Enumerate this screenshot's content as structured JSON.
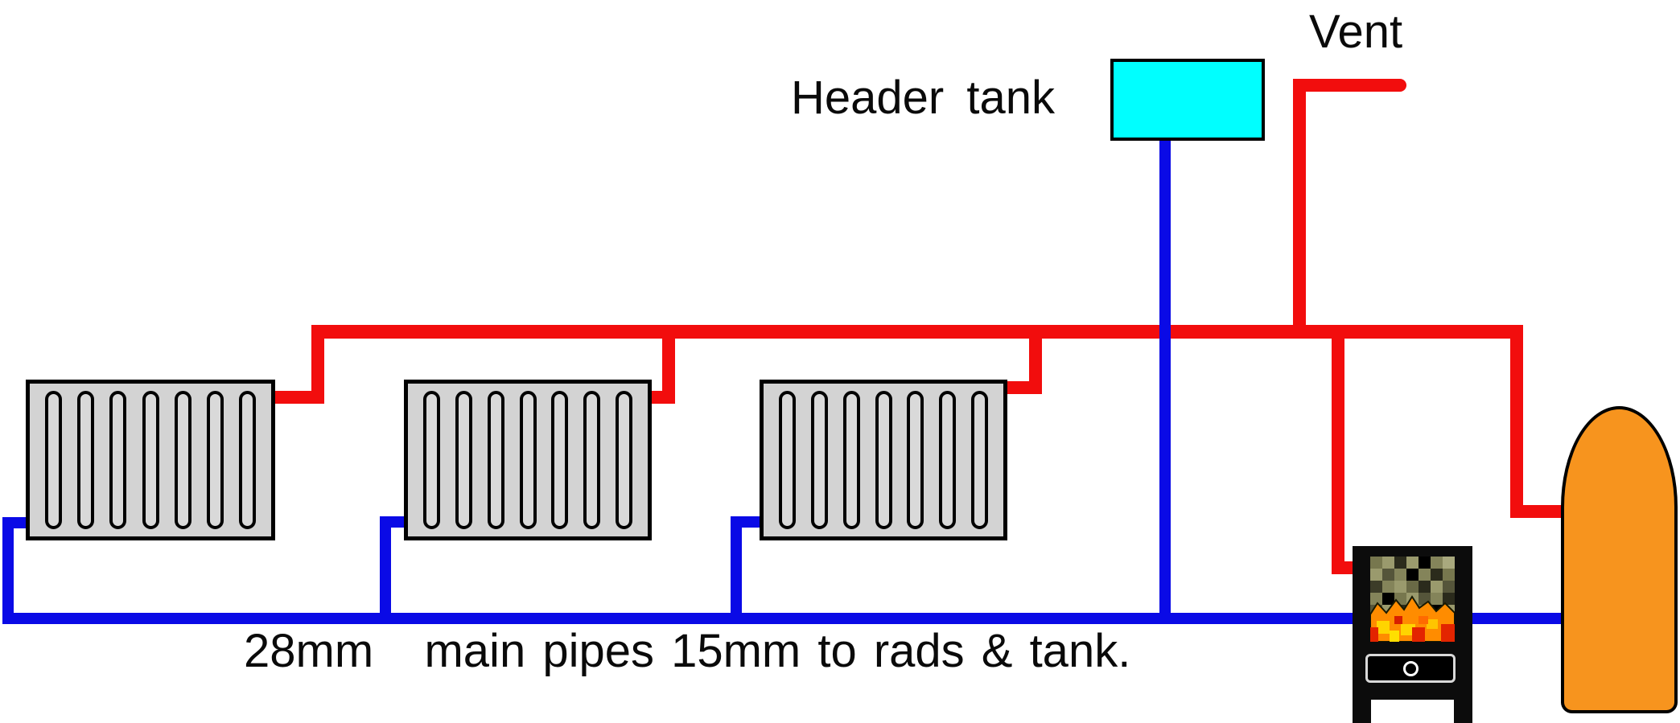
{
  "diagram": {
    "labels": {
      "header_tank": "Header tank",
      "vent": "Vent",
      "caption": "28mm   main pipes 15mm to rads & tank."
    },
    "palette": {
      "flow_pipe_red": "#f20d0d",
      "return_pipe_blue": "#0a0ae6",
      "header_tank_fill": "#00ffff",
      "cylinder_fill": "#f7941e",
      "radiator_fill": "#d3d3d3",
      "radiator_fin_fill": "#d9d9d9",
      "stove_body": "#0c0c0c",
      "outline_black": "#000000",
      "background": "#ffffff",
      "fire_orange": "#ff8c00",
      "fire_red": "#e32400",
      "fire_yellow": "#ffd400"
    },
    "components": {
      "radiator_count": 3,
      "fins_per_radiator": 7
    }
  }
}
